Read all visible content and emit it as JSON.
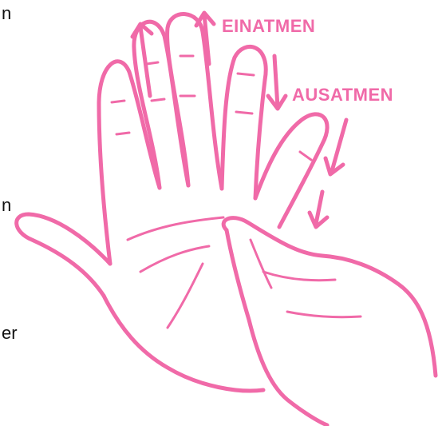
{
  "text_fragments": [
    "n",
    "n",
    "er"
  ],
  "labels": {
    "inhale": "EINATMEN",
    "exhale": "AUSATMEN"
  },
  "colors": {
    "accent": "#f06aa8",
    "text": "#111111",
    "background": "#ffffff"
  },
  "illustration": {
    "subject": "hand-breathing-exercise",
    "icons": [
      "left-hand-icon",
      "right-hand-icon",
      "inhale-arrow-icon",
      "exhale-arrow-icon"
    ]
  }
}
